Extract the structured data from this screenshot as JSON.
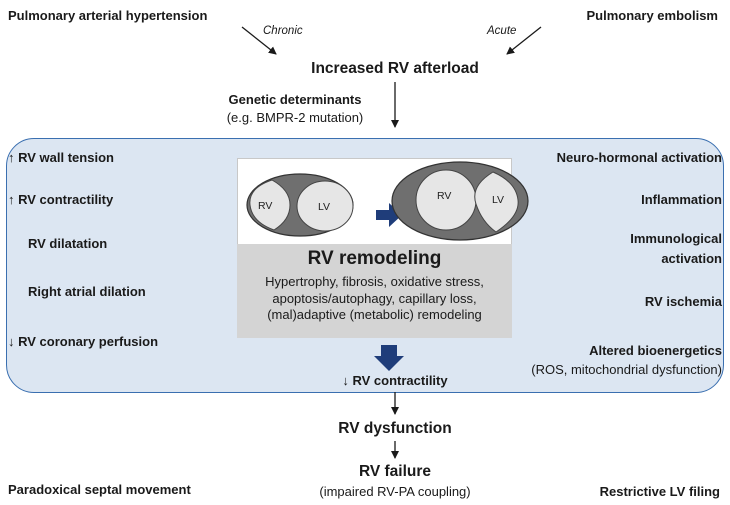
{
  "top": {
    "pah": "Pulmonary arterial hypertension",
    "pe": "Pulmonary embolism",
    "chronic": "Chronic",
    "acute": "Acute",
    "afterload": "Increased RV afterload",
    "genetic_title": "Genetic determinants",
    "genetic_sub": "(e.g. BMPR-2 mutation)"
  },
  "left": {
    "wall_tension": "↑ RV wall tension",
    "contractility": "↑ RV contractility",
    "dilatation": "RV dilatation",
    "atrial": "Right atrial dilation",
    "coronary": "↓ RV coronary perfusion"
  },
  "right": {
    "neuro": "Neuro-hormonal activation",
    "inflammation": "Inflammation",
    "immuno_1": "Immunological",
    "immuno_2": "activation",
    "ischemia": "RV ischemia",
    "bioenergetics_1": "Altered bioenergetics",
    "bioenergetics_2": "(ROS, mitochondrial dysfunction)"
  },
  "center": {
    "rv_left": "RV",
    "lv_left": "LV",
    "rv_right": "RV",
    "lv_right": "LV",
    "remodeling_title": "RV remodeling",
    "remodeling_desc": "Hypertrophy, fibrosis, oxidative stress, apoptosis/autophagy, capillary loss, (mal)adaptive (metabolic) remodeling",
    "decreased_contractility": "↓ RV contractility"
  },
  "bottom": {
    "dysfunction": "RV dysfunction",
    "failure": "RV failure",
    "failure_sub": "(impaired RV-PA coupling)",
    "septal": "Paradoxical septal movement",
    "lv_filling": "Restrictive LV filing"
  },
  "colors": {
    "panel_fill": "#dce6f2",
    "panel_border": "#3a6fb0",
    "arrow_blue": "#1f3d7a",
    "heart_gray": "#6f6f6f"
  }
}
